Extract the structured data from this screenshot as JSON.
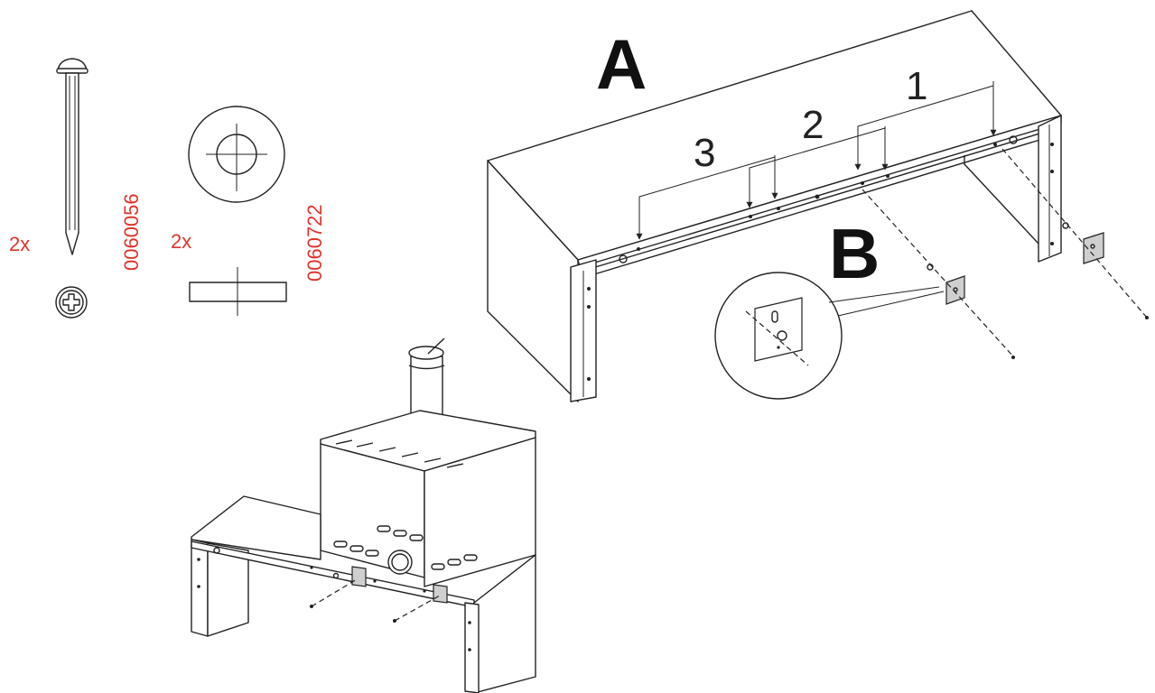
{
  "labels": {
    "assembly_a": "A",
    "detail_b": "B",
    "step_1": "1",
    "step_2": "2",
    "step_3": "3"
  },
  "parts": {
    "screw": {
      "qty": "2x",
      "code": "0060056"
    },
    "washer": {
      "qty": "2x",
      "code": "0060722"
    }
  },
  "colors": {
    "part_code": "#e0332b",
    "line": "#222222",
    "bracket_fill": "#cfcfcf"
  }
}
